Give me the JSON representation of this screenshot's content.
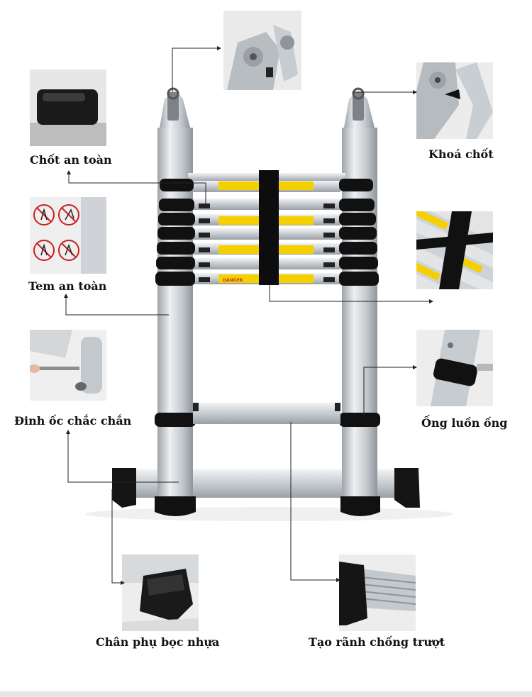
{
  "labels": {
    "chot_an_toan": "Chốt an toàn",
    "tem_an_toan": "Tem an toàn",
    "dinh_oc": "Đinh ốc chắc chắn",
    "khoa_chot": "Khoá chốt",
    "ong_luon_ong": "Ống luồn ống",
    "chan_phu": "Chân phụ bọc nhựa",
    "tao_ranh": "Tạo rãnh chống trượt"
  },
  "sticker_text": {
    "danger": "DANGER"
  },
  "colors": {
    "aluminum": "#c8cdd2",
    "black_plastic": "#111111",
    "warning_yellow": "#f5d000",
    "leader_line": "#222222"
  }
}
